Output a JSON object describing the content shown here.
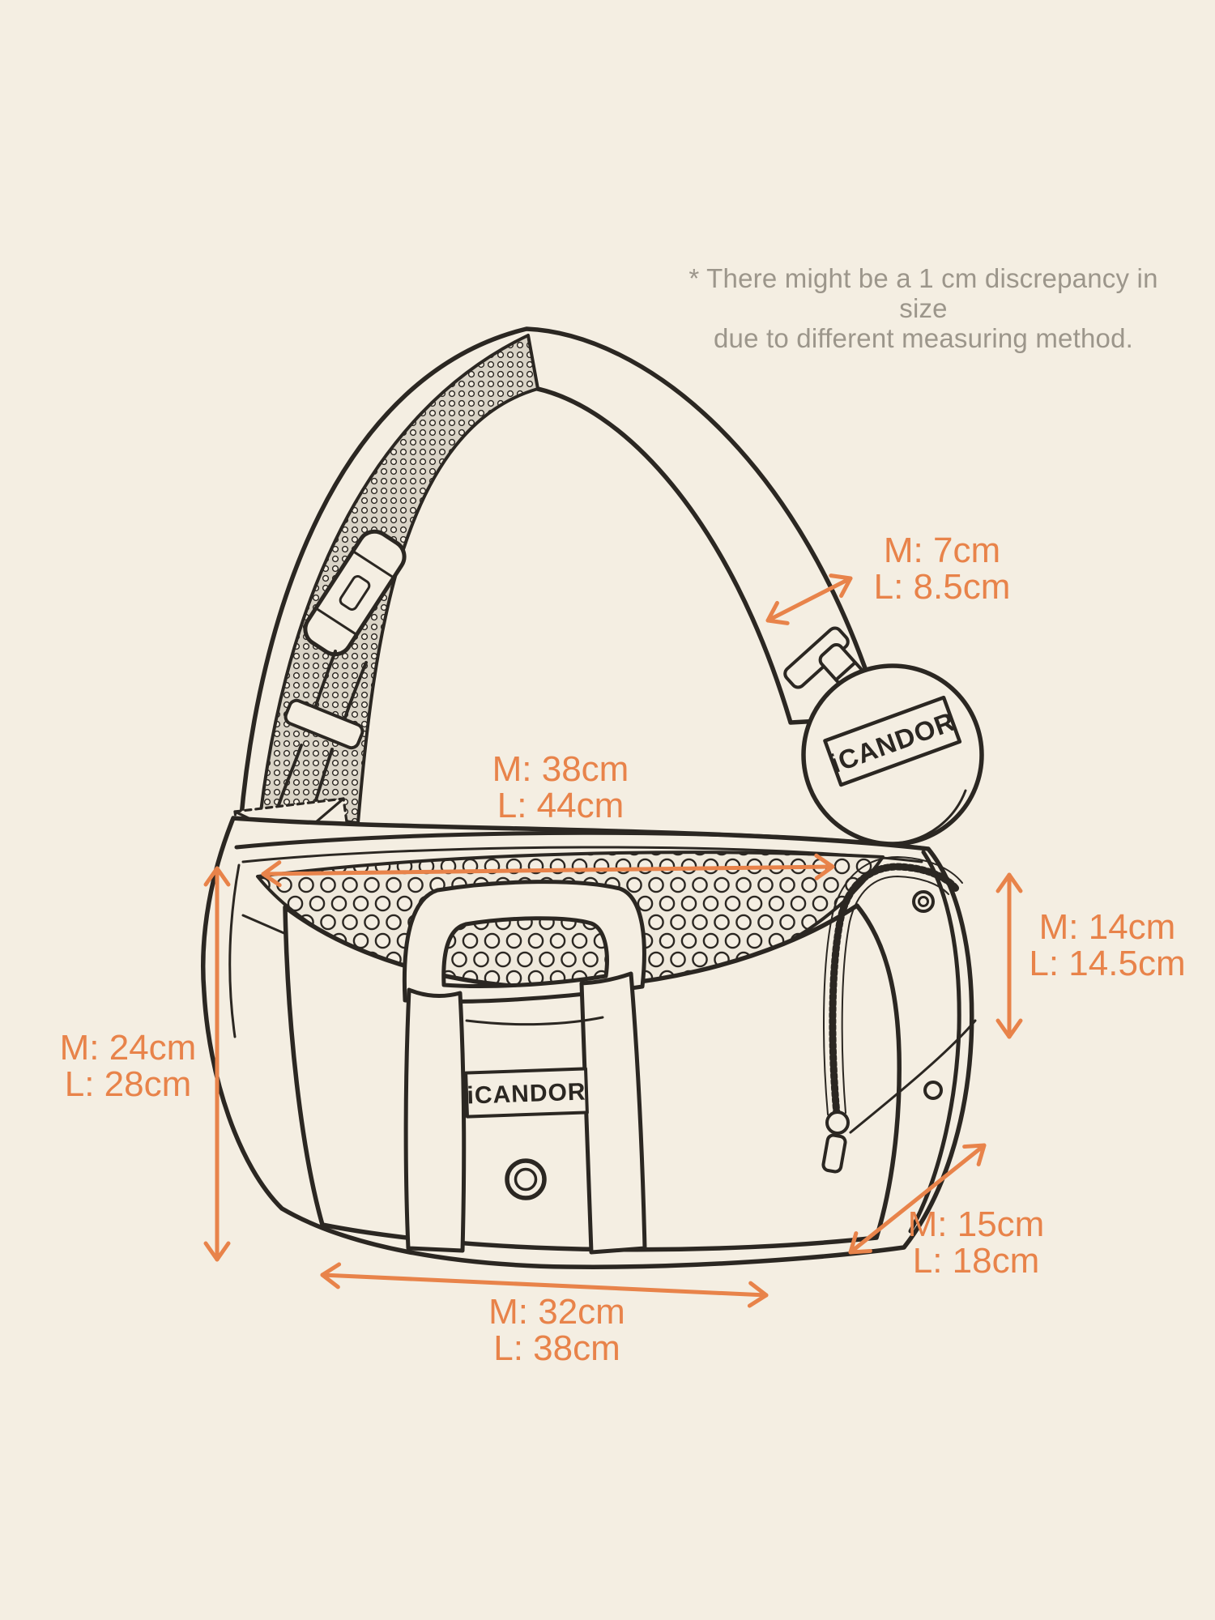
{
  "disclaimer": {
    "line1": "* There might be a 1 cm discrepancy in size",
    "line2": "due to different measuring method."
  },
  "measurements": {
    "strap_width": {
      "m": "M: 7cm",
      "l": "L: 8.5cm"
    },
    "opening_width": {
      "m": "M: 38cm",
      "l": "L: 44cm"
    },
    "side_pocket_height": {
      "m": "M: 14cm",
      "l": "L: 14.5cm"
    },
    "bag_height": {
      "m": "M: 24cm",
      "l": "L: 28cm"
    },
    "bag_width": {
      "m": "M: 32cm",
      "l": "L: 38cm"
    },
    "bag_depth": {
      "m": "M: 15cm",
      "l": "L: 18cm"
    }
  },
  "brand": {
    "front_label": "iCANDOR",
    "pouch_label": "iCANDOR"
  },
  "colors": {
    "background": "#F4EEE2",
    "accent_orange": "#E8834A",
    "line_art": "#2B2722",
    "disclaimer_gray": "#9C968B"
  }
}
